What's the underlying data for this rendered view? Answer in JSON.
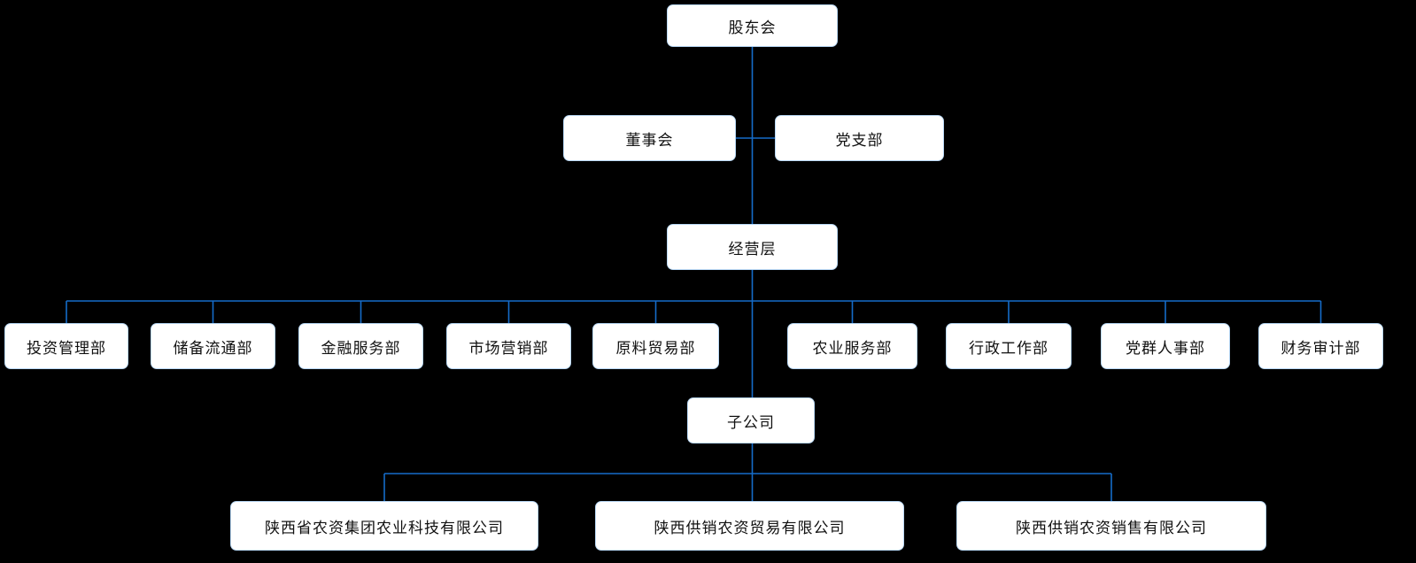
{
  "colors": {
    "background": "#000000",
    "connector_line": "#156cc9",
    "node_border": "#b9d8f5",
    "node_fill": "#ffffff",
    "node_text": "#111111"
  },
  "org_chart": {
    "root": {
      "label": "股东会"
    },
    "governance": [
      {
        "label": "董事会"
      },
      {
        "label": "党支部"
      }
    ],
    "management": {
      "label": "经营层"
    },
    "departments": [
      {
        "label": "投资管理部"
      },
      {
        "label": "储备流通部"
      },
      {
        "label": "金融服务部"
      },
      {
        "label": "市场营销部"
      },
      {
        "label": "原料贸易部"
      },
      {
        "label": "农业服务部"
      },
      {
        "label": "行政工作部"
      },
      {
        "label": "党群人事部"
      },
      {
        "label": "财务审计部"
      }
    ],
    "subsidiary_group": {
      "label": "子公司"
    },
    "subsidiaries": [
      {
        "label": "陕西省农资集团农业科技有限公司"
      },
      {
        "label": "陕西供销农资贸易有限公司"
      },
      {
        "label": "陕西供销农资销售有限公司"
      }
    ]
  }
}
